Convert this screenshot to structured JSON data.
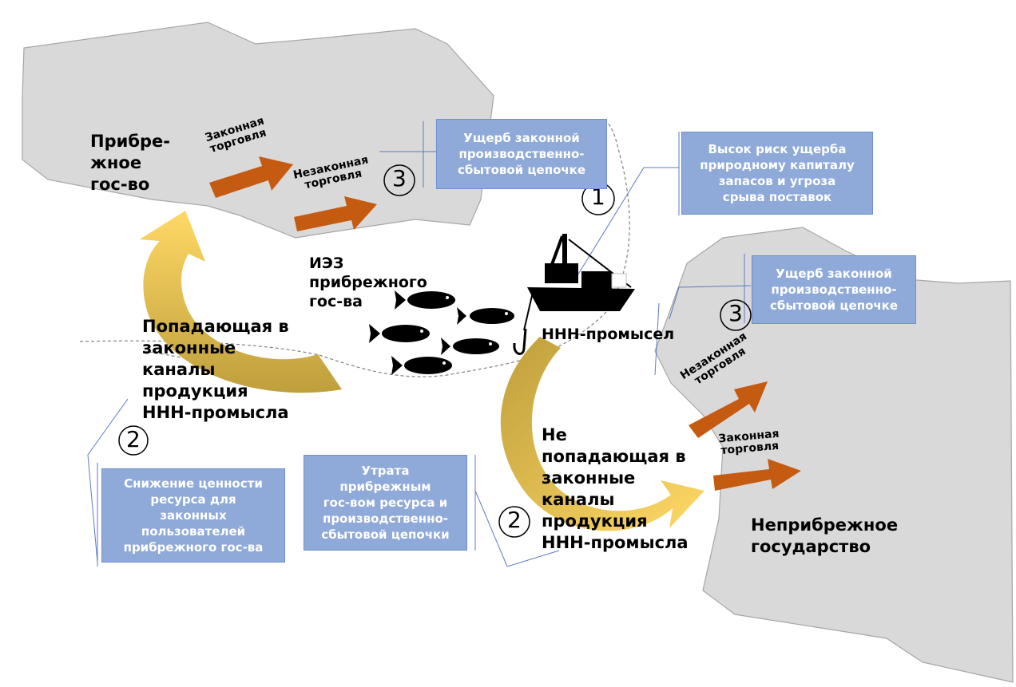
{
  "coastal_state": {
    "label": "Прибре-\nжное\nгос-во"
  },
  "eez": {
    "label": "ИЭЗ\nприбрежного\nгос-ва"
  },
  "iuu": {
    "label": "ННН-промысел"
  },
  "legal_channels": {
    "label": "Попадающая в\nзаконные\nканалы\nпродукция\nННН-промысла"
  },
  "non_legal_channels": {
    "label": "Не\nпопадающая в\nзаконные\nканалы\nпродукция\nННН-промысла"
  },
  "non_coastal_state": {
    "label": "Неприбрежное\nгосударство"
  },
  "trade": {
    "legal": "Законная\nторговля",
    "illegal": "Незаконная\nторговля"
  },
  "boxes": {
    "damage_top": "Ущерб законной\nпроизводственно-\nсбытовой цепочке",
    "risk": "Высок риск ущерба\nприродному капиталу\nзапасов и угроза\nсрыва поставок",
    "damage_right": "Ущерб законной\nпроизводственно-\nсбытовой цепочке",
    "value_decline": "Снижение ценности\nресурса для\nзаконных\nпользователей\nприбрежного гос-ва",
    "loss": "Утрата\nприбрежным\nгос-вом ресурса и\nпроизводственно-\nсбытовой цепочки"
  },
  "markers": {
    "one": "1",
    "two": "2",
    "three": "3"
  },
  "colors": {
    "land": "#d9d9d9",
    "trade_arrow": "#c55a11",
    "curve_light": "#ffd966",
    "curve_dark": "#bf9f3c",
    "box_fill": "#8fa9d9",
    "box_text": "#ffffff"
  }
}
